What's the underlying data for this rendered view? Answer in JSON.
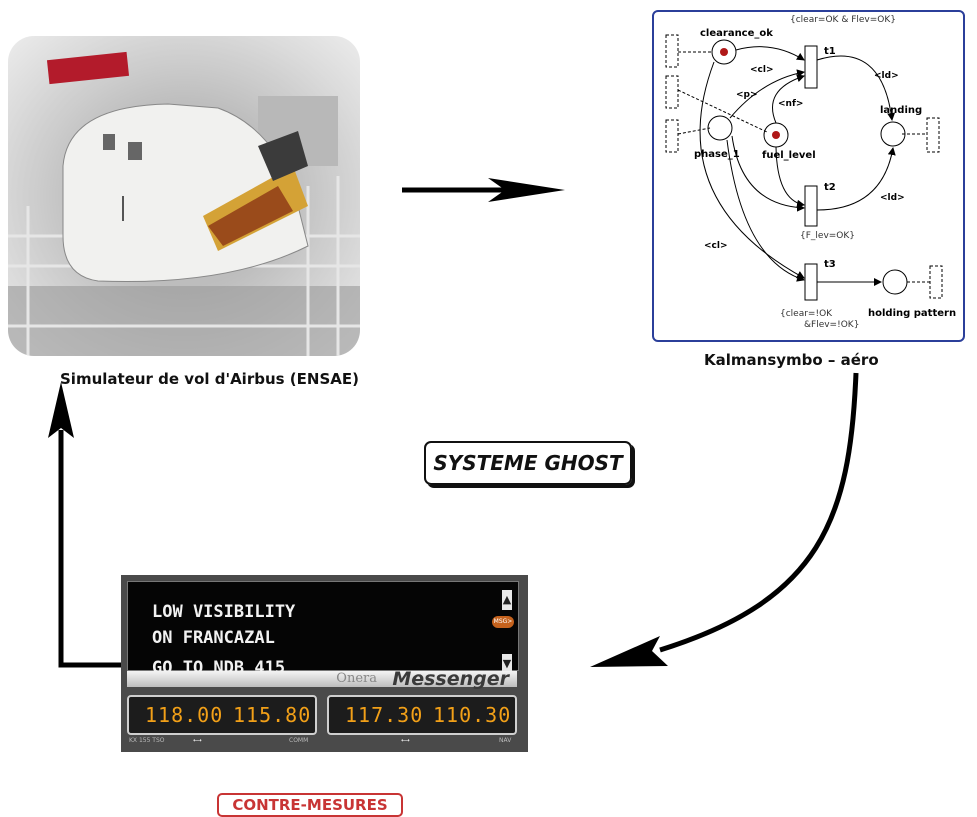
{
  "simulator": {
    "caption": "Simulateur de vol d'Airbus (ENSAE)"
  },
  "petri_net": {
    "caption": "Kalmansymbo – aéro",
    "colors": {
      "frame": "#2b3f9a",
      "token": "#b01818"
    },
    "places": {
      "clearance_ok": "clearance_ok",
      "phase_1": "phase_1",
      "fuel_level": "fuel_level",
      "landing": "landing",
      "holding_pattern": "holding pattern"
    },
    "transitions": {
      "t1": "t1",
      "t2": "t2",
      "t3": "t3"
    },
    "arc_labels": {
      "cl_top": "<cl>",
      "p": "<p>",
      "nf": "<nf>",
      "ld_top": "<ld>",
      "ld_mid": "<ld>",
      "cl_bottom": "<cl>"
    },
    "guards": {
      "t1": "{clear=OK & Flev=OK}",
      "t2": "{F_lev=OK}",
      "t3_line1": "{clear=!OK",
      "t3_line2": "&Flev=!OK}"
    }
  },
  "ghost_label": "SYSTEME GHOST",
  "countermeasures_label": "CONTRE-MESURES",
  "messenger": {
    "lines": [
      "LOW VISIBILITY",
      "ON FRANCAZAL",
      "GO TO NDB 415"
    ],
    "brand_prefix": "Onera",
    "brand_name": "Messenger",
    "frequencies": [
      "118.00",
      "115.80",
      "117.30",
      "110.30"
    ],
    "side_tag": "MSG>",
    "bottom_labels": [
      "KX 155 TSO",
      "COMM",
      "NAV"
    ]
  }
}
